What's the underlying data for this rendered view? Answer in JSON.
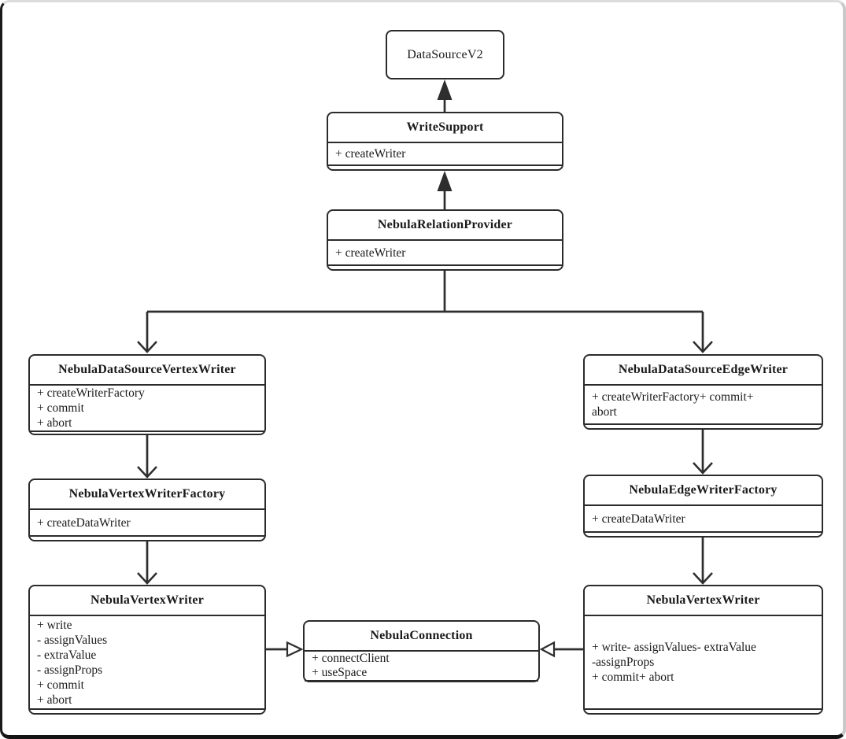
{
  "diagram": {
    "title": "Nebula Spark writer UML class diagram",
    "colors": {
      "stroke": "#2e2e2e",
      "box_border": "#2b2b2b",
      "background": "#ffffff"
    },
    "classes": [
      {
        "id": "datasourcev2",
        "title": "DataSourceV2",
        "attrs": []
      },
      {
        "id": "writesupport",
        "title": "WriteSupport",
        "attrs": [
          "+ createWriter"
        ]
      },
      {
        "id": "nebularelationprovider",
        "title": "NebulaRelationProvider",
        "attrs": [
          "+ createWriter"
        ]
      },
      {
        "id": "nebuladatasourcevertexwriter",
        "title": "NebulaDataSourceVertexWriter",
        "attrs": [
          "+ createWriterFactory",
          "+ commit",
          "+ abort"
        ]
      },
      {
        "id": "nebuladatasourceedgewriter",
        "title": "NebulaDataSourceEdgeWriter",
        "attrs": [
          "+ createWriterFactory+ commit+",
          "abort"
        ]
      },
      {
        "id": "nebulavertexwriterfactory",
        "title": "NebulaVertexWriterFactory",
        "attrs": [
          "+ createDataWriter"
        ]
      },
      {
        "id": "nebulaedgewriterfactory",
        "title": "NebulaEdgeWriterFactory",
        "attrs": [
          "+ createDataWriter"
        ]
      },
      {
        "id": "nebulavertexwriter-left",
        "title": "NebulaVertexWriter",
        "attrs": [
          "+ write",
          "- assignValues",
          "- extraValue",
          "- assignProps",
          "+ commit",
          "+ abort"
        ]
      },
      {
        "id": "nebulaconnection",
        "title": "NebulaConnection",
        "attrs": [
          "+ connectClient",
          "+ useSpace"
        ]
      },
      {
        "id": "nebulavertexwriter-right",
        "title": "NebulaVertexWriter",
        "attrs": [
          "+ write- assignValues- extraValue",
          "-assignProps",
          "+ commit+ abort"
        ]
      }
    ],
    "relations": [
      {
        "from": "WriteSupport",
        "to": "DataSourceV2",
        "type": "inheritance-filled"
      },
      {
        "from": "NebulaRelationProvider",
        "to": "WriteSupport",
        "type": "inheritance-filled"
      },
      {
        "from": "NebulaRelationProvider",
        "to": "NebulaDataSourceVertexWriter",
        "type": "open-arrow"
      },
      {
        "from": "NebulaRelationProvider",
        "to": "NebulaDataSourceEdgeWriter",
        "type": "open-arrow"
      },
      {
        "from": "NebulaDataSourceVertexWriter",
        "to": "NebulaVertexWriterFactory",
        "type": "open-arrow"
      },
      {
        "from": "NebulaVertexWriterFactory",
        "to": "NebulaVertexWriter",
        "type": "open-arrow"
      },
      {
        "from": "NebulaDataSourceEdgeWriter",
        "to": "NebulaEdgeWriterFactory",
        "type": "open-arrow"
      },
      {
        "from": "NebulaEdgeWriterFactory",
        "to": "NebulaVertexWriter",
        "type": "open-arrow"
      },
      {
        "from": "NebulaVertexWriter (left)",
        "to": "NebulaConnection",
        "type": "hollow-triangle"
      },
      {
        "from": "NebulaVertexWriter (right)",
        "to": "NebulaConnection",
        "type": "hollow-triangle"
      }
    ]
  }
}
